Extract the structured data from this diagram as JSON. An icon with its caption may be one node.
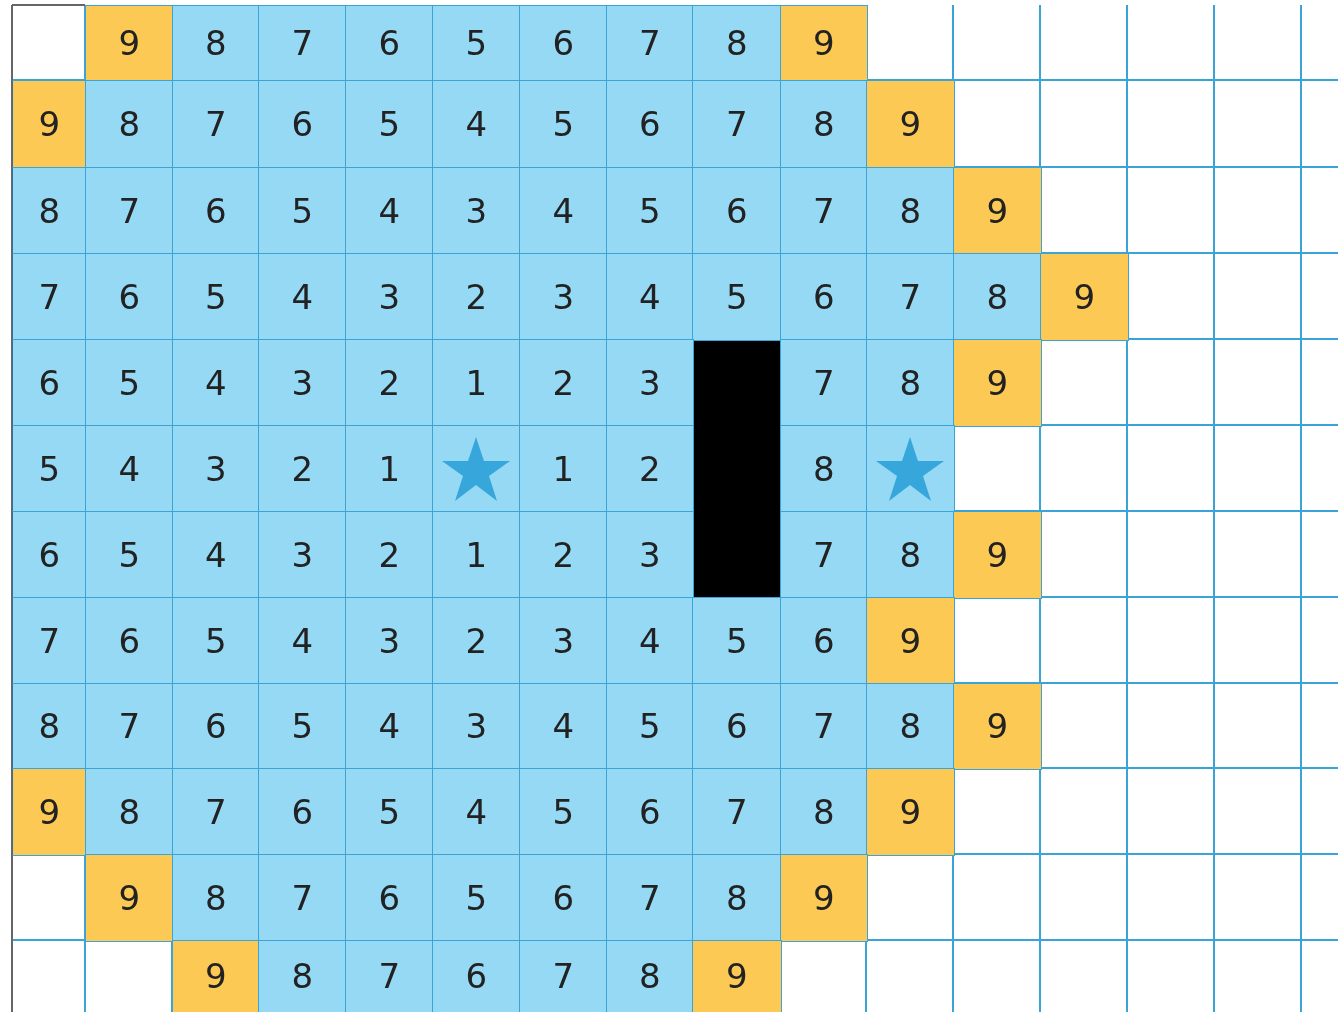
{
  "diagram": {
    "labels": [
      "9",
      "8",
      "7",
      "6",
      "5",
      "6",
      "7",
      "8",
      "9",
      "9",
      "8",
      "7",
      "6",
      "5",
      "4",
      "5",
      "6",
      "7",
      "8",
      "9",
      "8",
      "7",
      "6",
      "5",
      "4",
      "3",
      "4",
      "5",
      "6",
      "7",
      "8",
      "9",
      "7",
      "6",
      "5",
      "4",
      "3",
      "2",
      "3",
      "4",
      "5",
      "6",
      "7",
      "8",
      "9",
      "6",
      "5",
      "4",
      "3",
      "2",
      "1",
      "2",
      "3",
      "7",
      "8",
      "9",
      "5",
      "4",
      "3",
      "2",
      "1",
      "1",
      "2",
      "8",
      "6",
      "5",
      "4",
      "3",
      "2",
      "1",
      "2",
      "3",
      "7",
      "8",
      "9",
      "7",
      "6",
      "5",
      "4",
      "3",
      "2",
      "3",
      "4",
      "5",
      "6",
      "9",
      "8",
      "7",
      "6",
      "5",
      "4",
      "3",
      "4",
      "5",
      "6",
      "7",
      "8",
      "9",
      "9",
      "8",
      "7",
      "6",
      "5",
      "4",
      "5",
      "6",
      "7",
      "8",
      "9",
      "9",
      "8",
      "7",
      "6",
      "5",
      "6",
      "7",
      "8",
      "9",
      "9",
      "8",
      "7",
      "6",
      "7",
      "8",
      "9"
    ]
  }
}
